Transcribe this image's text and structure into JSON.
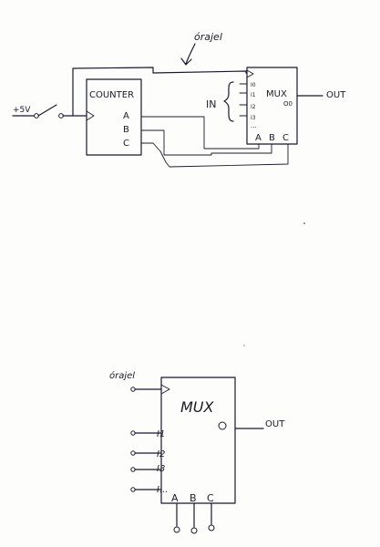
{
  "diagram_top": {
    "clock_label": "órajel",
    "source_label": "+5V",
    "counter_title": "COUNTER",
    "counter_pins": [
      "A",
      "B",
      "C"
    ],
    "mux_title": "MUX",
    "mux_inputs": [
      "I0",
      "I1",
      "I2",
      "I3",
      "..."
    ],
    "mux_output_pin": "O0",
    "mux_select_pins": [
      "A",
      "B",
      "C"
    ],
    "in_label": "IN",
    "out_label": "OUT"
  },
  "diagram_bottom": {
    "clock_label": "órajel",
    "mux_title": "MUX",
    "inputs": [
      "I1",
      "I2",
      "I3",
      "I..."
    ],
    "select_pins": [
      "A",
      "B",
      "C"
    ],
    "out_label": "OUT"
  }
}
